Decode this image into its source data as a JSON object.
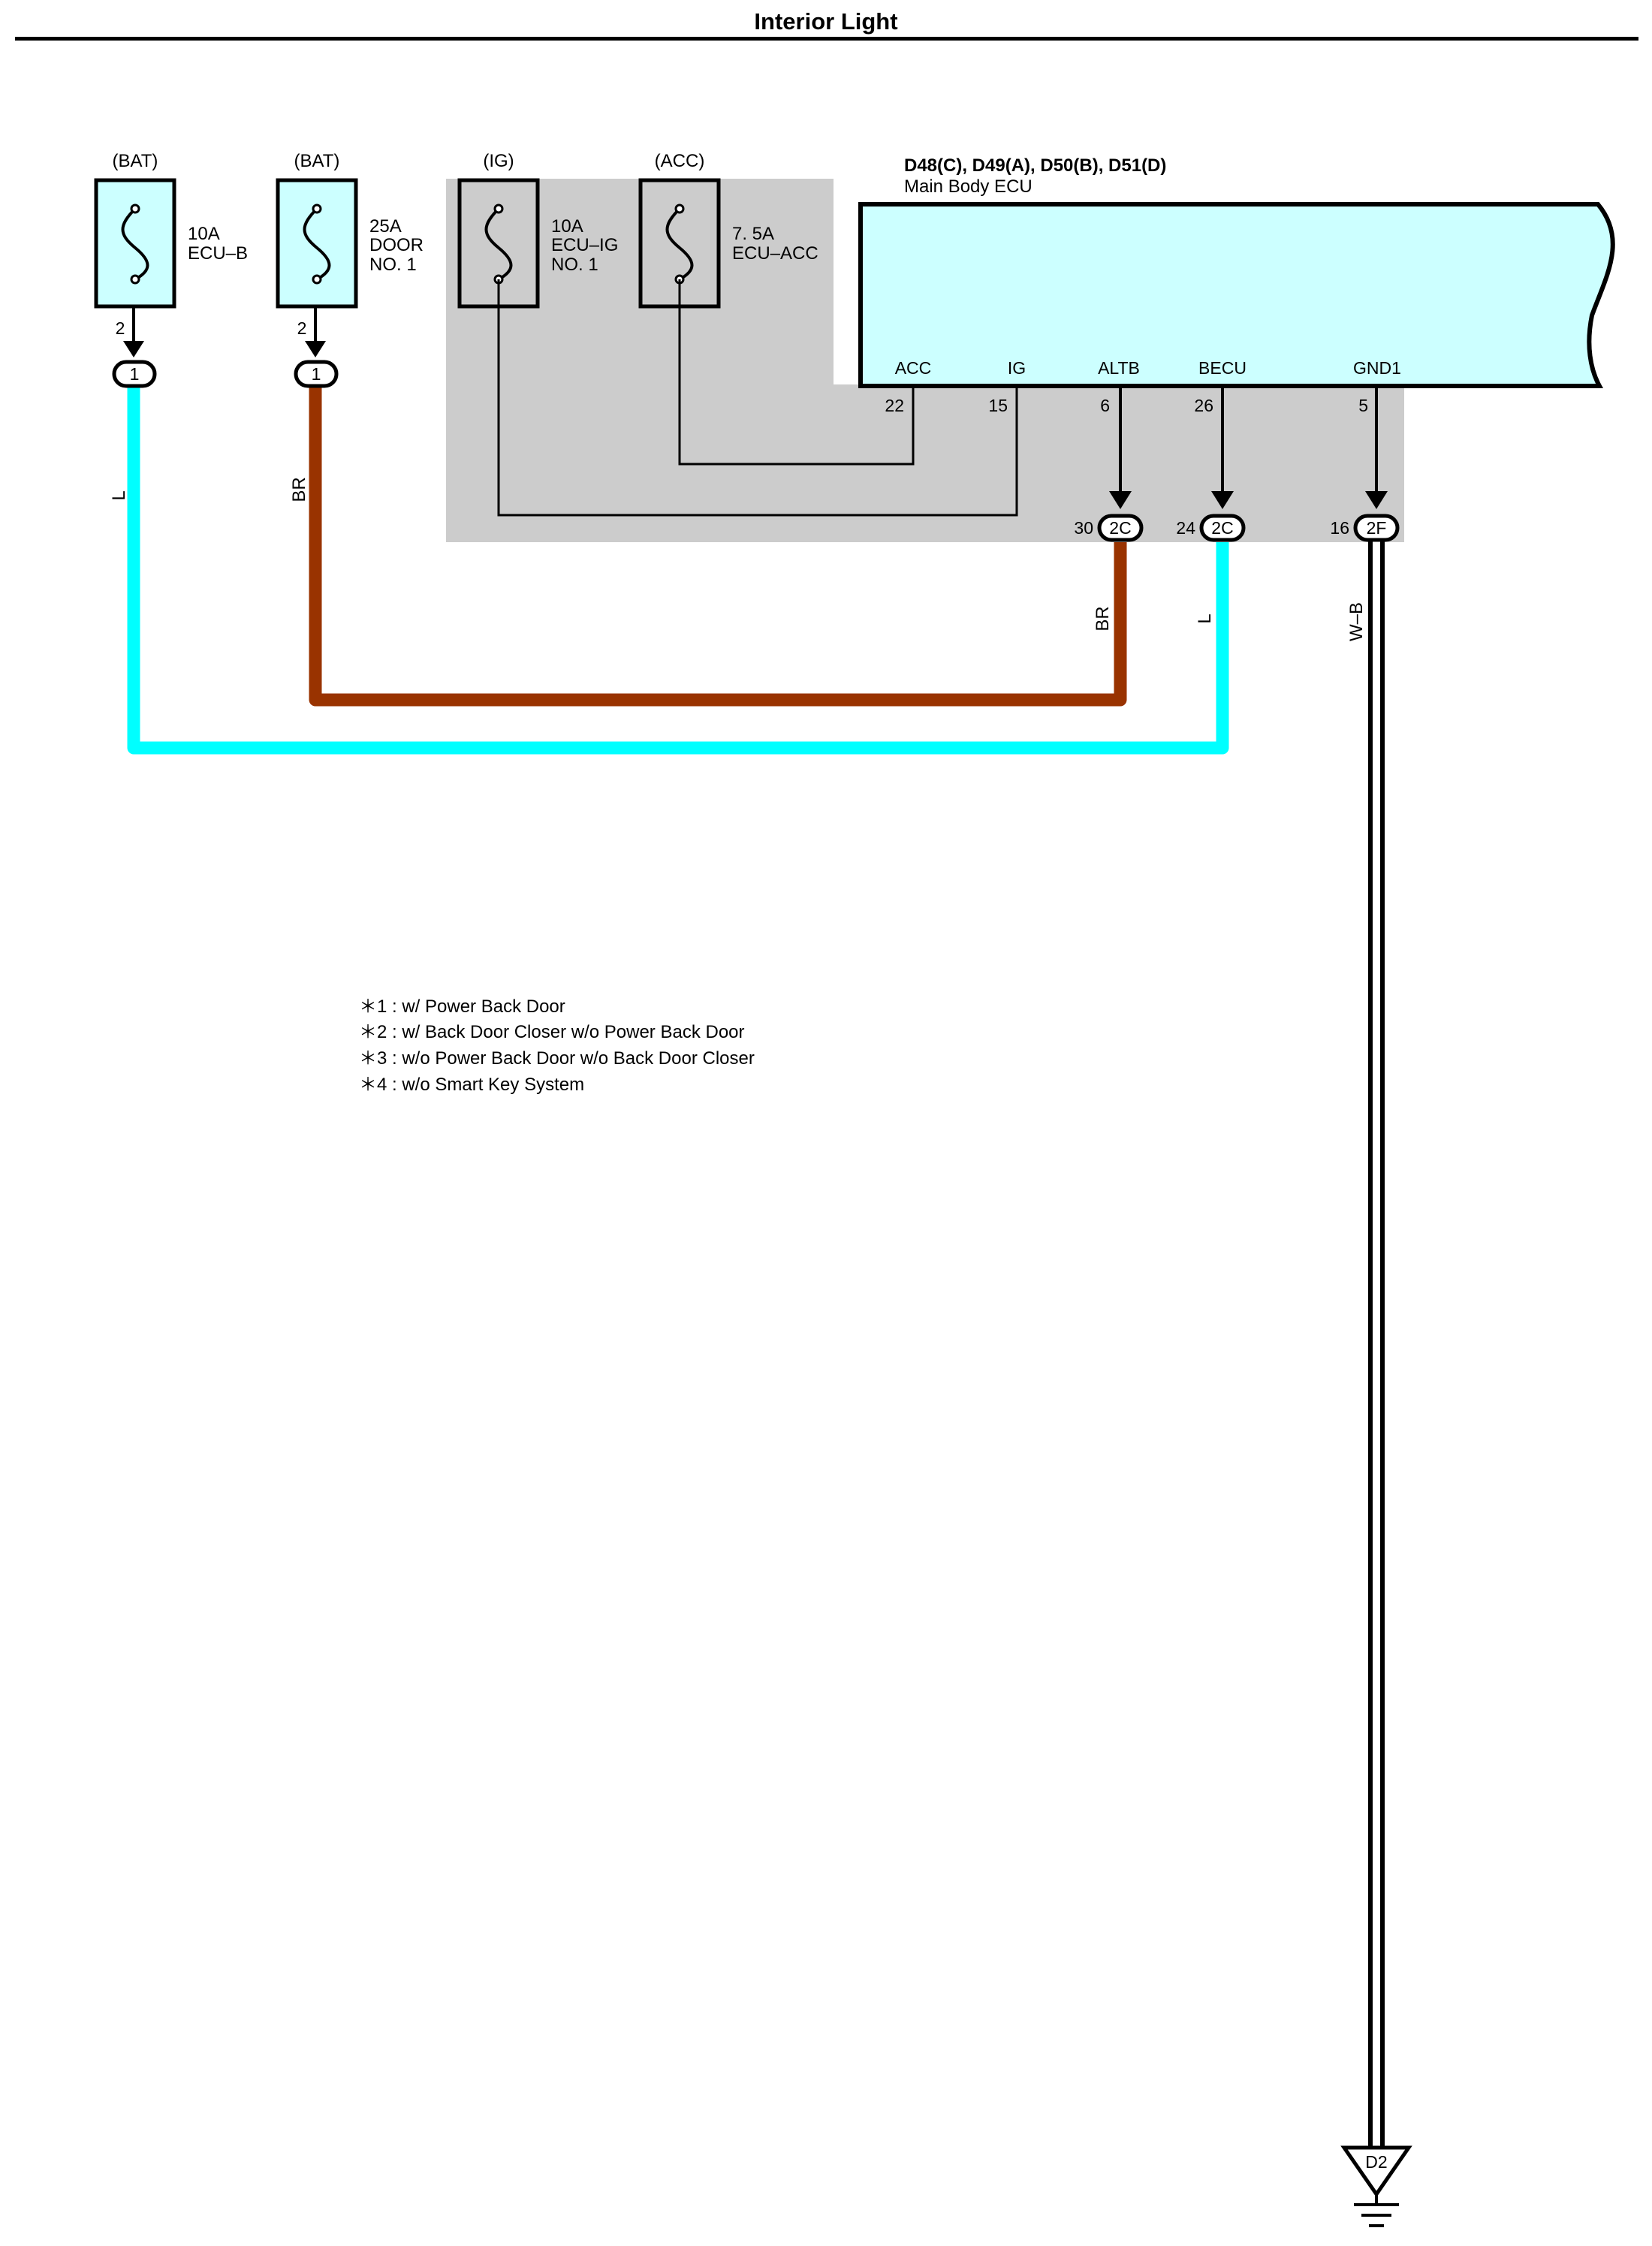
{
  "title": "Interior Light",
  "colors": {
    "wire_L": "#00ffff",
    "wire_BR": "#993300",
    "fuse_fill": "#ccffff",
    "ecu_fill": "#ccffff",
    "relay_block_fill": "#cccccc"
  },
  "fuses": [
    {
      "source": "(BAT)",
      "rating": "10A",
      "name_lines": [
        "ECU–B"
      ],
      "pin": "2",
      "junction": "1",
      "wire_color": "L"
    },
    {
      "source": "(BAT)",
      "rating": "25A",
      "name_lines": [
        "DOOR",
        "NO. 1"
      ],
      "pin": "2",
      "junction": "1",
      "wire_color": "BR"
    },
    {
      "source": "(IG)",
      "rating": "10A",
      "name_lines": [
        "ECU–IG",
        "NO. 1"
      ]
    },
    {
      "source": "(ACC)",
      "rating": "7. 5A",
      "name_lines": [
        "ECU–ACC"
      ]
    }
  ],
  "ecu": {
    "code": "D48(C), D49(A), D50(B), D51(D)",
    "name": "Main Body ECU",
    "terminals": [
      {
        "name": "ACC",
        "pin": "22"
      },
      {
        "name": "IG",
        "pin": "15"
      },
      {
        "name": "ALTB",
        "pin": "6",
        "connector_pin": "30",
        "connector": "2C",
        "wire_color": "BR"
      },
      {
        "name": "BECU",
        "pin": "26",
        "connector_pin": "24",
        "connector": "2C",
        "wire_color": "L"
      },
      {
        "name": "GND1",
        "pin": "5",
        "connector_pin": "16",
        "connector": "2F",
        "wire_color": "W–B"
      }
    ]
  },
  "ground": "D2",
  "notes": [
    "＊1 : w/ Power Back Door",
    "＊2 : w/ Back Door Closer w/o Power Back Door",
    "＊3 : w/o Power Back Door w/o Back Door Closer",
    "＊4 : w/o Smart Key System"
  ]
}
